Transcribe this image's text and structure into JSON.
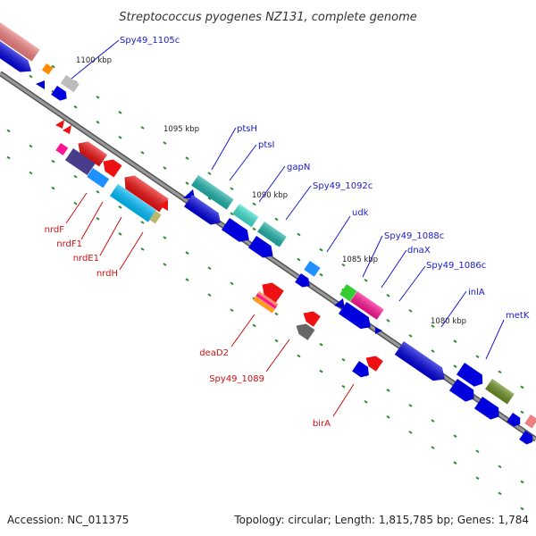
{
  "title": "Streptococcus pyogenes NZ131, complete genome",
  "footer": {
    "accession": "Accession: NC_011375",
    "summary": "Topology: circular; Length: 1,815,785 bp; Genes: 1,784"
  },
  "colors": {
    "backbone": "#888888",
    "forward_label": "#1a1acc",
    "reverse_label": "#cc1111",
    "tick": "#2e8b2e"
  },
  "scale_labels": [
    "1100 kbp",
    "1095 kbp",
    "1090 kbp",
    "1085 kbp",
    "1080 kbp"
  ],
  "gene_labels": {
    "forward": [
      "Spy49_1105c",
      "ptsH",
      "ptsI",
      "gapN",
      "Spy49_1092c",
      "udk",
      "Spy49_1088c",
      "dnaX",
      "Spy49_1086c",
      "inlA",
      "metK"
    ],
    "reverse": [
      "nrdF",
      "nrdF1",
      "nrdE1",
      "nrdH",
      "deaD2",
      "Spy49_1089",
      "birA"
    ]
  }
}
